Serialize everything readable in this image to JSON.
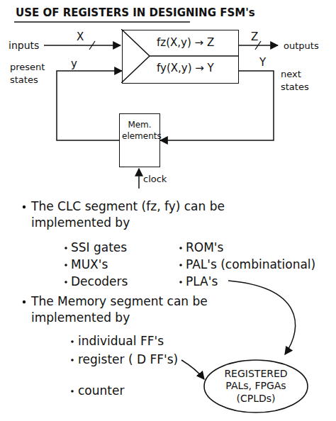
{
  "diagram": {
    "title": "USE OF REGISTERS IN DESIGNING FSM's",
    "nodes": [
      {
        "text": [
          "fz(X,y) → Z",
          "fy(X,y) → Y"
        ]
      },
      {
        "text": [
          "Mem. elements"
        ]
      },
      {
        "text": [
          "REGISTERED PALs, FPGAs (CPLDs)"
        ]
      }
    ],
    "edges": [
      {
        "from": 0,
        "to": 1,
        "arrow": "to"
      },
      {
        "from": 1,
        "to": 0,
        "arrow": "to"
      }
    ],
    "labels": [
      "inputs",
      "X",
      "Z",
      "outputs",
      "y",
      "present states",
      "Y",
      "next states",
      "clock",
      "The CLC segment (fz, fy) can be implemented by",
      "SSI gates",
      "MUX's",
      "Decoders",
      "ROM's",
      "PAL's (combinational)",
      "PLA's",
      "The Memory segment can be implemented by",
      "individual FF's",
      "register ( D FF's)",
      "counter"
    ]
  }
}
